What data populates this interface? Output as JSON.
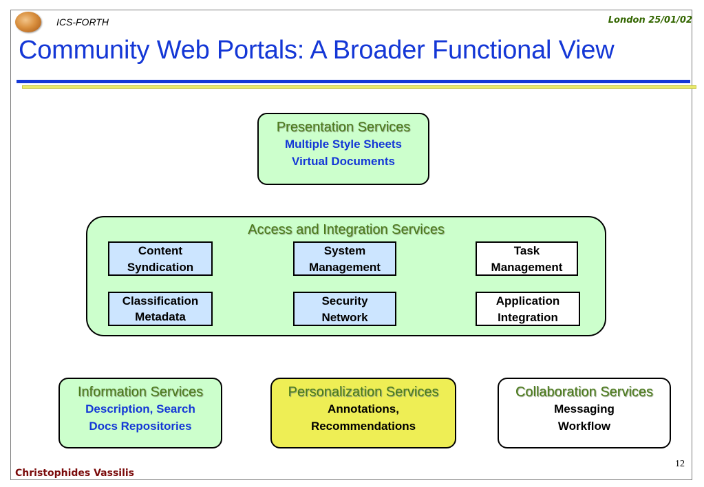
{
  "header": {
    "logo_icon": "ics-forth-seal-logo",
    "organization": "ICS-FORTH",
    "date_place": "London 25/01/02",
    "title": "Community Web Portals: A Broader Functional View"
  },
  "diagram": {
    "presentation": {
      "title": "Presentation Services",
      "lines": [
        "Multiple Style Sheets",
        "Virtual Documents"
      ],
      "fill": "#ccffcc"
    },
    "access_integration": {
      "title": "Access and Integration Services",
      "fill": "#ccffcc",
      "components": [
        {
          "lines": [
            "Content",
            "Syndication"
          ],
          "fill": "#cce5ff"
        },
        {
          "lines": [
            "System",
            "Management"
          ],
          "fill": "#cce5ff"
        },
        {
          "lines": [
            "Task",
            "Management"
          ],
          "fill": "#ffffff"
        },
        {
          "lines": [
            "Classification",
            "Metadata"
          ],
          "fill": "#cce5ff"
        },
        {
          "lines": [
            "Security",
            "Network"
          ],
          "fill": "#cce5ff"
        },
        {
          "lines": [
            "Application",
            "Integration"
          ],
          "fill": "#ffffff"
        }
      ]
    },
    "information": {
      "title": "Information Services",
      "lines": [
        "Description, Search",
        "Docs Repositories"
      ],
      "fill": "#ccffcc"
    },
    "personalization": {
      "title": "Personalization Services",
      "lines": [
        "Annotations,",
        "Recommendations"
      ],
      "fill": "#eeee55"
    },
    "collaboration": {
      "title": "Collaboration Services",
      "lines": [
        "Messaging",
        "Workflow"
      ],
      "fill": "#ffffff"
    }
  },
  "footer": {
    "author": "Christophides Vassilis",
    "page_number": "12"
  }
}
